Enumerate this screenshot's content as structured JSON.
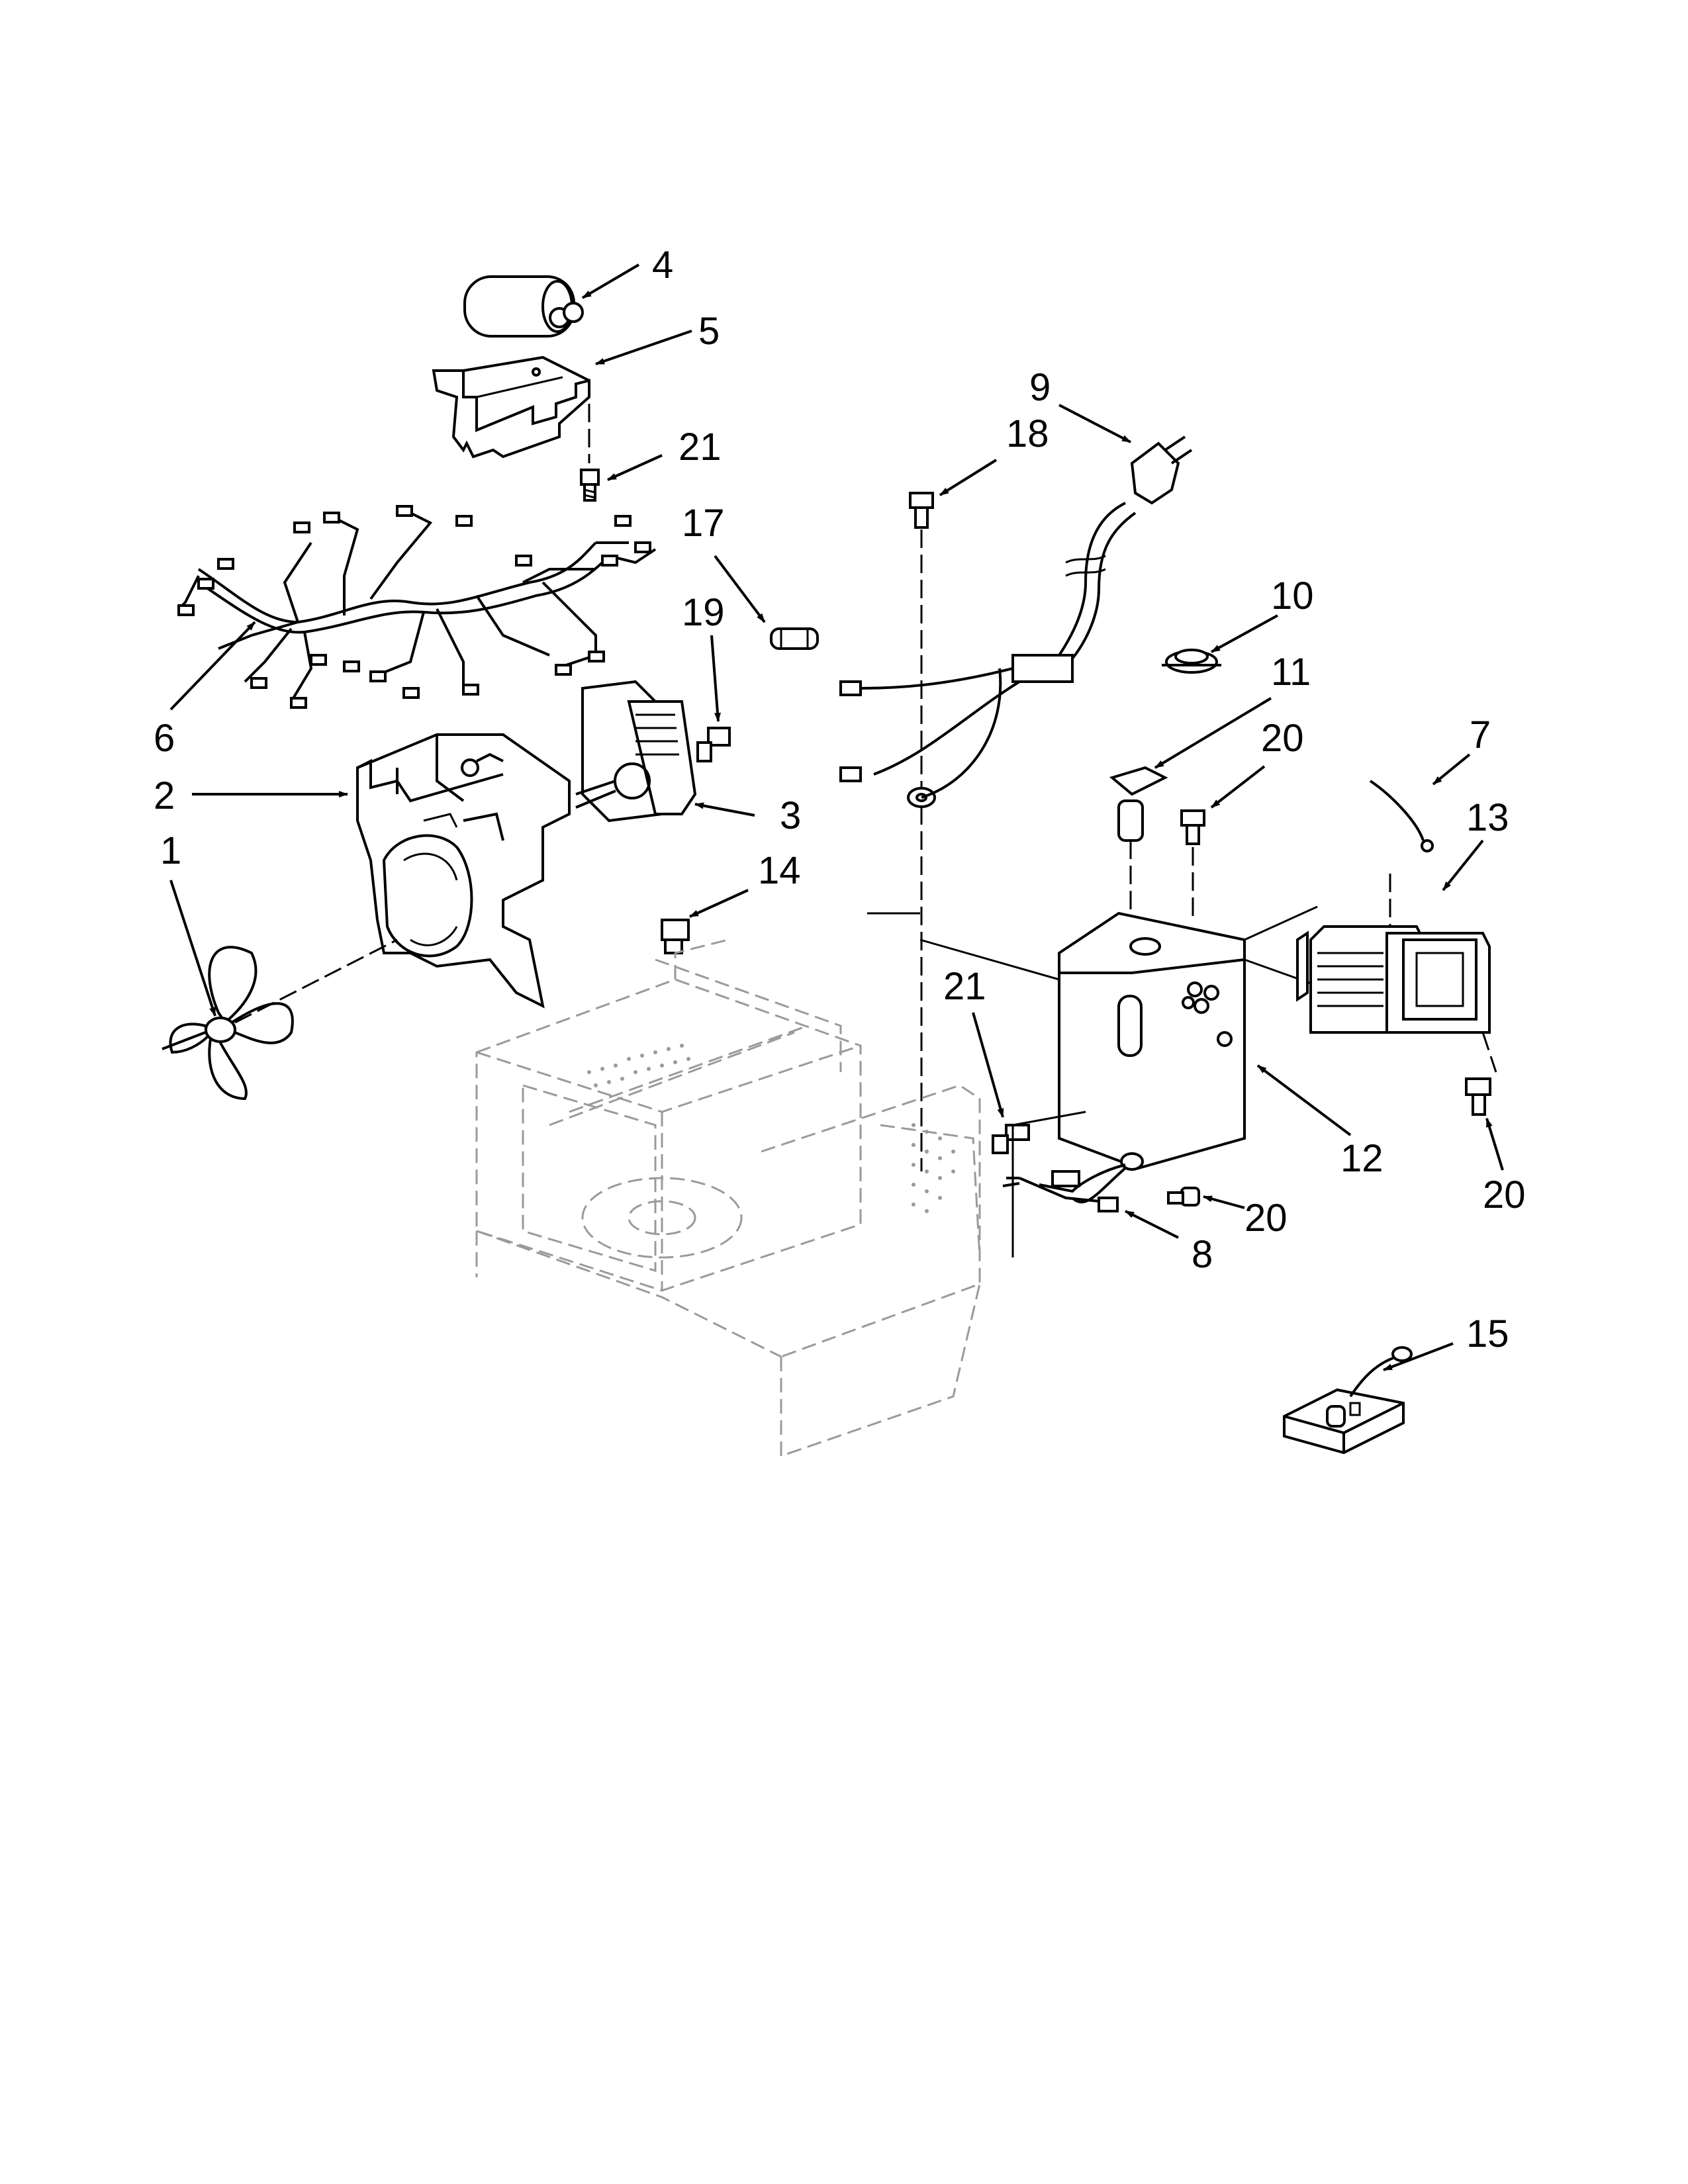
{
  "diagram": {
    "callouts": [
      {
        "id": "c4",
        "label": "4"
      },
      {
        "id": "c5",
        "label": "5"
      },
      {
        "id": "c21a",
        "label": "21"
      },
      {
        "id": "c9",
        "label": "9"
      },
      {
        "id": "c18",
        "label": "18"
      },
      {
        "id": "c17",
        "label": "17"
      },
      {
        "id": "c19",
        "label": "19"
      },
      {
        "id": "c6",
        "label": "6"
      },
      {
        "id": "c2",
        "label": "2"
      },
      {
        "id": "c3",
        "label": "3"
      },
      {
        "id": "c1",
        "label": "1"
      },
      {
        "id": "c14",
        "label": "14"
      },
      {
        "id": "c10",
        "label": "10"
      },
      {
        "id": "c11",
        "label": "11"
      },
      {
        "id": "c20a",
        "label": "20"
      },
      {
        "id": "c7",
        "label": "7"
      },
      {
        "id": "c13",
        "label": "13"
      },
      {
        "id": "c21b",
        "label": "21"
      },
      {
        "id": "c12",
        "label": "12"
      },
      {
        "id": "c20b",
        "label": "20"
      },
      {
        "id": "c20c",
        "label": "20"
      },
      {
        "id": "c8",
        "label": "8"
      },
      {
        "id": "c15",
        "label": "15"
      }
    ]
  }
}
